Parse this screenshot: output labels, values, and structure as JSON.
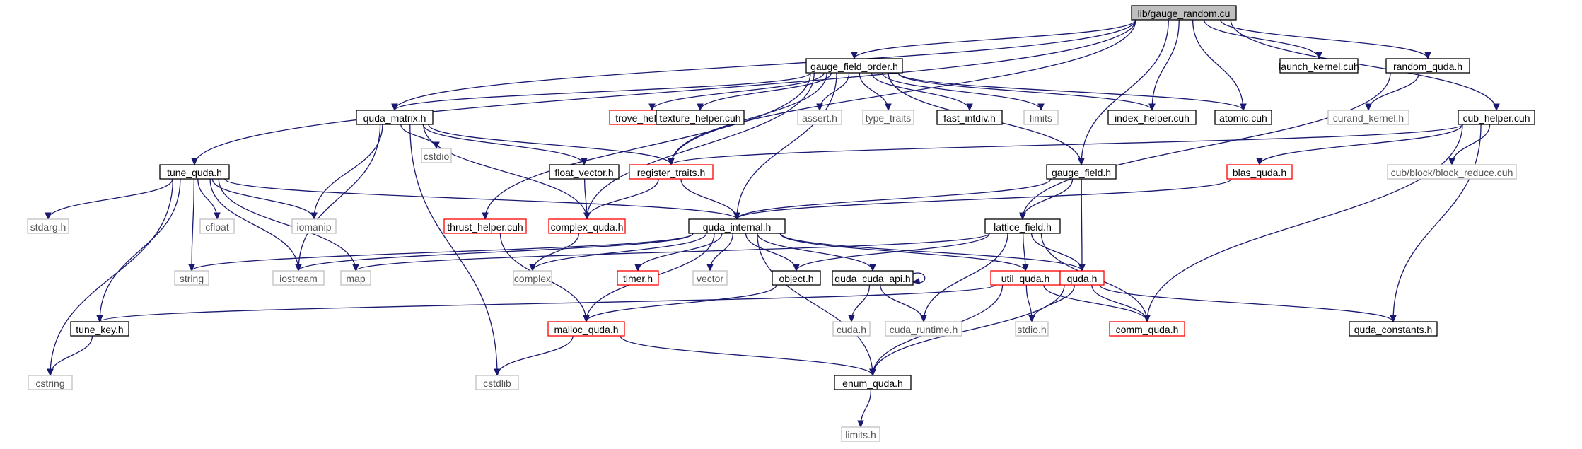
{
  "colors": {
    "edge": "#191970",
    "root_fill": "#bfbfbf",
    "border_normal": "#000000",
    "border_truncated": "#ff0000",
    "border_system": "#bfbfbf",
    "text_normal": "#000000",
    "text_system": "#555555"
  },
  "nodes": {
    "gauge_random": {
      "label": "lib/gauge_random.cu",
      "kind": "root"
    },
    "gauge_field_order": {
      "label": "gauge_field_order.h",
      "kind": "normal"
    },
    "launch_kernel": {
      "label": "launch_kernel.cuh",
      "kind": "normal"
    },
    "random_quda": {
      "label": "random_quda.h",
      "kind": "normal"
    },
    "quda_matrix": {
      "label": "quda_matrix.h",
      "kind": "normal"
    },
    "trove_helper": {
      "label": "trove_helper.cuh",
      "kind": "truncated"
    },
    "texture_helper": {
      "label": "texture_helper.cuh",
      "kind": "normal"
    },
    "assert_h": {
      "label": "assert.h",
      "kind": "system"
    },
    "type_traits": {
      "label": "type_traits",
      "kind": "system"
    },
    "fast_intdiv": {
      "label": "fast_intdiv.h",
      "kind": "normal"
    },
    "limits": {
      "label": "limits",
      "kind": "system"
    },
    "index_helper": {
      "label": "index_helper.cuh",
      "kind": "normal"
    },
    "atomic": {
      "label": "atomic.cuh",
      "kind": "normal"
    },
    "curand_kernel": {
      "label": "curand_kernel.h",
      "kind": "system"
    },
    "cub_helper": {
      "label": "cub_helper.cuh",
      "kind": "normal"
    },
    "cstdio": {
      "label": "cstdio",
      "kind": "system"
    },
    "tune_quda": {
      "label": "tune_quda.h",
      "kind": "normal"
    },
    "float_vector": {
      "label": "float_vector.h",
      "kind": "normal"
    },
    "register_traits": {
      "label": "register_traits.h",
      "kind": "truncated"
    },
    "gauge_field": {
      "label": "gauge_field.h",
      "kind": "normal"
    },
    "blas_quda": {
      "label": "blas_quda.h",
      "kind": "truncated"
    },
    "cub_block_reduce": {
      "label": "cub/block/block_reduce.cuh",
      "kind": "system"
    },
    "stdarg": {
      "label": "stdarg.h",
      "kind": "system"
    },
    "cfloat": {
      "label": "cfloat",
      "kind": "system"
    },
    "iomanip": {
      "label": "iomanip",
      "kind": "system"
    },
    "thrust_helper": {
      "label": "thrust_helper.cuh",
      "kind": "truncated"
    },
    "complex_quda": {
      "label": "complex_quda.h",
      "kind": "truncated"
    },
    "quda_internal": {
      "label": "quda_internal.h",
      "kind": "normal"
    },
    "lattice_field": {
      "label": "lattice_field.h",
      "kind": "normal"
    },
    "string": {
      "label": "string",
      "kind": "system"
    },
    "iostream": {
      "label": "iostream",
      "kind": "system"
    },
    "map": {
      "label": "map",
      "kind": "system"
    },
    "complex": {
      "label": "complex",
      "kind": "system"
    },
    "timer": {
      "label": "timer.h",
      "kind": "truncated"
    },
    "vector": {
      "label": "vector",
      "kind": "system"
    },
    "object": {
      "label": "object.h",
      "kind": "normal"
    },
    "quda_cuda_api": {
      "label": "quda_cuda_api.h",
      "kind": "normal"
    },
    "util_quda": {
      "label": "util_quda.h",
      "kind": "truncated"
    },
    "quda_h": {
      "label": "quda.h",
      "kind": "truncated"
    },
    "tune_key": {
      "label": "tune_key.h",
      "kind": "normal"
    },
    "malloc_quda": {
      "label": "malloc_quda.h",
      "kind": "truncated"
    },
    "cuda_h": {
      "label": "cuda.h",
      "kind": "system"
    },
    "cuda_runtime": {
      "label": "cuda_runtime.h",
      "kind": "system"
    },
    "stdio": {
      "label": "stdio.h",
      "kind": "system"
    },
    "comm_quda": {
      "label": "comm_quda.h",
      "kind": "truncated"
    },
    "quda_constants": {
      "label": "quda_constants.h",
      "kind": "normal"
    },
    "cstring": {
      "label": "cstring",
      "kind": "system"
    },
    "cstdlib": {
      "label": "cstdlib",
      "kind": "system"
    },
    "enum_quda": {
      "label": "enum_quda.h",
      "kind": "normal"
    },
    "limits_h": {
      "label": "limits.h",
      "kind": "system"
    }
  },
  "edges": [
    [
      "gauge_random",
      "gauge_field_order"
    ],
    [
      "gauge_random",
      "launch_kernel"
    ],
    [
      "gauge_random",
      "random_quda"
    ],
    [
      "gauge_random",
      "cub_helper"
    ],
    [
      "gauge_random",
      "quda_matrix"
    ],
    [
      "gauge_random",
      "tune_quda"
    ],
    [
      "gauge_random",
      "index_helper"
    ],
    [
      "gauge_random",
      "atomic"
    ],
    [
      "gauge_random",
      "gauge_field"
    ],
    [
      "gauge_random",
      "register_traits"
    ],
    [
      "gauge_field_order",
      "quda_matrix"
    ],
    [
      "gauge_field_order",
      "trove_helper"
    ],
    [
      "gauge_field_order",
      "texture_helper"
    ],
    [
      "gauge_field_order",
      "assert_h"
    ],
    [
      "gauge_field_order",
      "type_traits"
    ],
    [
      "gauge_field_order",
      "fast_intdiv"
    ],
    [
      "gauge_field_order",
      "limits"
    ],
    [
      "gauge_field_order",
      "index_helper"
    ],
    [
      "gauge_field_order",
      "atomic"
    ],
    [
      "gauge_field_order",
      "gauge_field"
    ],
    [
      "gauge_field_order",
      "thrust_helper"
    ],
    [
      "gauge_field_order",
      "complex_quda"
    ],
    [
      "gauge_field_order",
      "register_traits"
    ],
    [
      "gauge_field_order",
      "quda_internal"
    ],
    [
      "random_quda",
      "curand_kernel"
    ],
    [
      "random_quda",
      "lattice_field"
    ],
    [
      "cub_helper",
      "cub_block_reduce"
    ],
    [
      "cub_helper",
      "blas_quda"
    ],
    [
      "cub_helper",
      "register_traits"
    ],
    [
      "cub_helper",
      "comm_quda"
    ],
    [
      "cub_helper",
      "quda_constants"
    ],
    [
      "quda_matrix",
      "cstdio"
    ],
    [
      "quda_matrix",
      "float_vector"
    ],
    [
      "quda_matrix",
      "register_traits"
    ],
    [
      "quda_matrix",
      "complex_quda"
    ],
    [
      "quda_matrix",
      "iomanip"
    ],
    [
      "quda_matrix",
      "iostream"
    ],
    [
      "quda_matrix",
      "cstdlib"
    ],
    [
      "tune_quda",
      "stdarg"
    ],
    [
      "tune_quda",
      "cfloat"
    ],
    [
      "tune_quda",
      "iomanip"
    ],
    [
      "tune_quda",
      "string"
    ],
    [
      "tune_quda",
      "iostream"
    ],
    [
      "tune_quda",
      "map"
    ],
    [
      "tune_quda",
      "cstring"
    ],
    [
      "tune_quda",
      "tune_key"
    ],
    [
      "tune_quda",
      "quda_internal"
    ],
    [
      "float_vector",
      "complex_quda"
    ],
    [
      "register_traits",
      "complex_quda"
    ],
    [
      "register_traits",
      "quda_internal"
    ],
    [
      "gauge_field",
      "quda_internal"
    ],
    [
      "gauge_field",
      "lattice_field"
    ],
    [
      "gauge_field",
      "quda_h"
    ],
    [
      "blas_quda",
      "quda_internal"
    ],
    [
      "complex_quda",
      "complex"
    ],
    [
      "thrust_helper",
      "malloc_quda"
    ],
    [
      "quda_internal",
      "string"
    ],
    [
      "quda_internal",
      "iostream"
    ],
    [
      "quda_internal",
      "complex"
    ],
    [
      "quda_internal",
      "timer"
    ],
    [
      "quda_internal",
      "vector"
    ],
    [
      "quda_internal",
      "object"
    ],
    [
      "quda_internal",
      "quda_cuda_api"
    ],
    [
      "quda_internal",
      "util_quda"
    ],
    [
      "quda_internal",
      "quda_h"
    ],
    [
      "quda_internal",
      "malloc_quda"
    ],
    [
      "quda_internal",
      "enum_quda"
    ],
    [
      "lattice_field",
      "map"
    ],
    [
      "lattice_field",
      "object"
    ],
    [
      "lattice_field",
      "util_quda"
    ],
    [
      "lattice_field",
      "quda_h"
    ],
    [
      "lattice_field",
      "comm_quda"
    ],
    [
      "lattice_field",
      "cuda_runtime"
    ],
    [
      "quda_cuda_api",
      "quda_cuda_api"
    ],
    [
      "quda_cuda_api",
      "cuda_h"
    ],
    [
      "quda_cuda_api",
      "cuda_runtime"
    ],
    [
      "object",
      "malloc_quda"
    ],
    [
      "util_quda",
      "tune_key"
    ],
    [
      "util_quda",
      "stdio"
    ],
    [
      "util_quda",
      "comm_quda"
    ],
    [
      "util_quda",
      "enum_quda"
    ],
    [
      "quda_h",
      "stdio"
    ],
    [
      "quda_h",
      "comm_quda"
    ],
    [
      "quda_h",
      "quda_constants"
    ],
    [
      "quda_h",
      "enum_quda"
    ],
    [
      "tune_key",
      "cstring"
    ],
    [
      "malloc_quda",
      "cstdlib"
    ],
    [
      "malloc_quda",
      "enum_quda"
    ],
    [
      "enum_quda",
      "limits_h"
    ]
  ]
}
